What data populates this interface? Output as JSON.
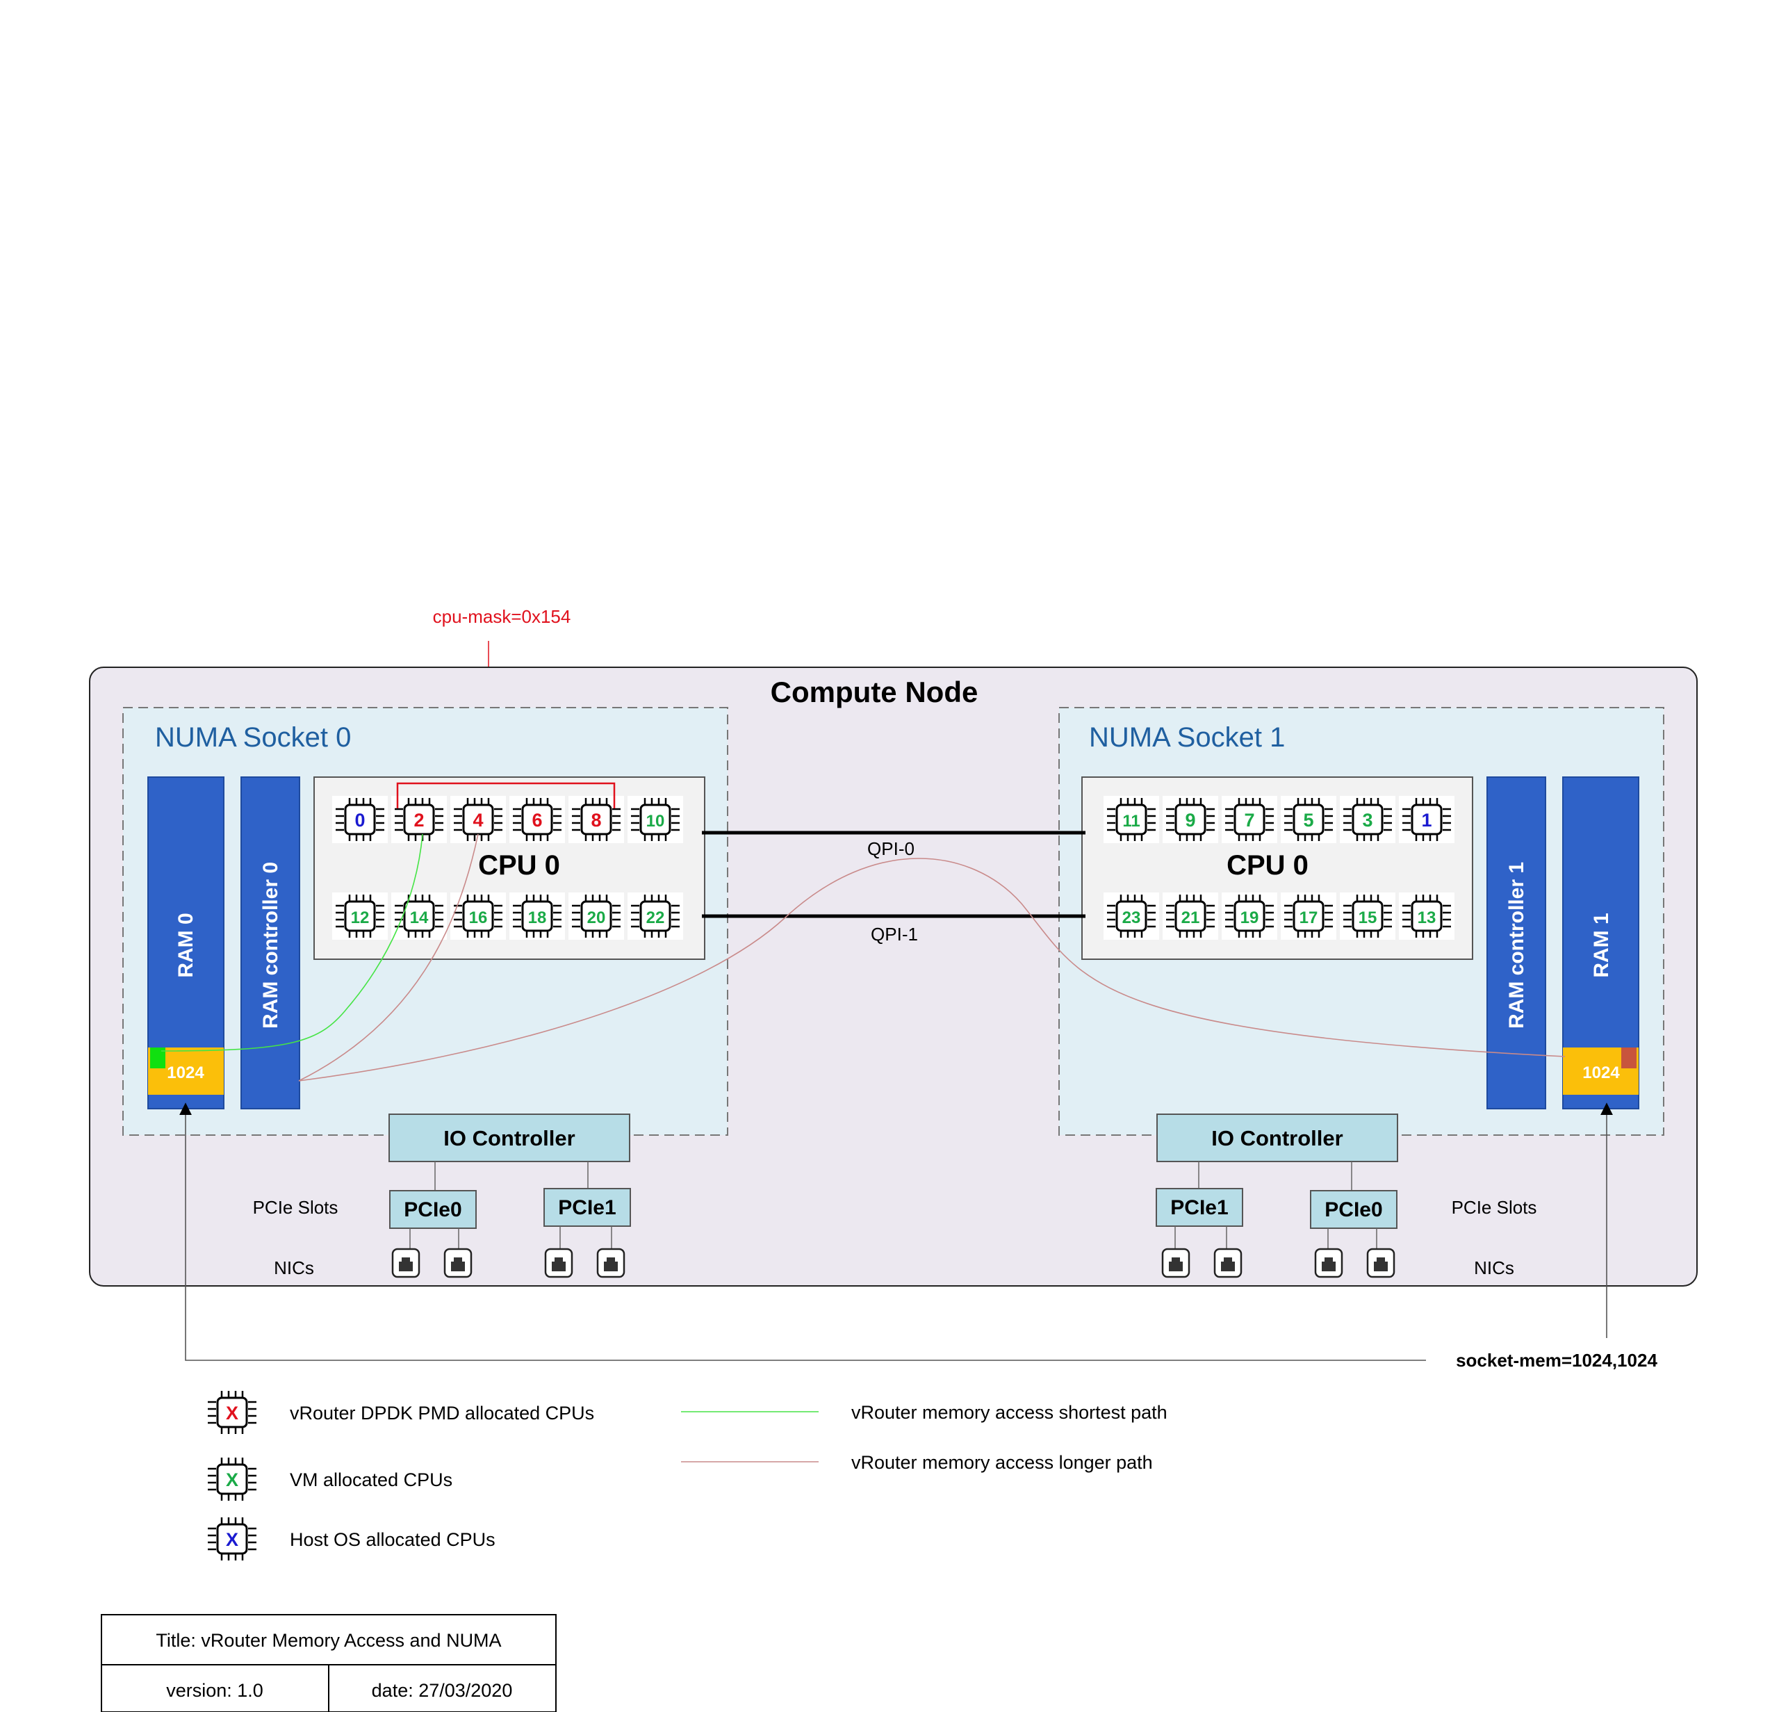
{
  "annotation": {
    "cpu_mask": "cpu-mask=0x154",
    "socket_mem": "socket-mem=1024,1024"
  },
  "compute_node": {
    "title": "Compute Node"
  },
  "interconnects": [
    {
      "label": "QPI-0"
    },
    {
      "label": "QPI-1"
    }
  ],
  "sockets": [
    {
      "title": "NUMA Socket 0",
      "ram_label": "RAM 0",
      "ram_controller_label": "RAM controller 0",
      "cpu_label": "CPU 0",
      "hugepage_value": "1024",
      "io_controller_label": "IO Controller",
      "pcie_slots_label": "PCIe Slots",
      "nics_label": "NICs",
      "pcie": [
        "PCIe0",
        "PCIe1"
      ],
      "cores_top": [
        {
          "id": "0",
          "role": "host"
        },
        {
          "id": "2",
          "role": "vrouter"
        },
        {
          "id": "4",
          "role": "vrouter"
        },
        {
          "id": "6",
          "role": "vrouter"
        },
        {
          "id": "8",
          "role": "vrouter"
        },
        {
          "id": "10",
          "role": "vm"
        }
      ],
      "cores_bottom": [
        {
          "id": "12",
          "role": "vm"
        },
        {
          "id": "14",
          "role": "vm"
        },
        {
          "id": "16",
          "role": "vm"
        },
        {
          "id": "18",
          "role": "vm"
        },
        {
          "id": "20",
          "role": "vm"
        },
        {
          "id": "22",
          "role": "vm"
        }
      ]
    },
    {
      "title": "NUMA Socket 1",
      "ram_label": "RAM 1",
      "ram_controller_label": "RAM controller 1",
      "cpu_label": "CPU 0",
      "hugepage_value": "1024",
      "io_controller_label": "IO Controller",
      "pcie_slots_label": "PCIe Slots",
      "nics_label": "NICs",
      "pcie": [
        "PCIe0",
        "PCIe1"
      ],
      "cores_top": [
        {
          "id": "1",
          "role": "host"
        },
        {
          "id": "3",
          "role": "vm"
        },
        {
          "id": "5",
          "role": "vm"
        },
        {
          "id": "7",
          "role": "vm"
        },
        {
          "id": "9",
          "role": "vm"
        },
        {
          "id": "11",
          "role": "vm"
        }
      ],
      "cores_bottom": [
        {
          "id": "13",
          "role": "vm"
        },
        {
          "id": "15",
          "role": "vm"
        },
        {
          "id": "17",
          "role": "vm"
        },
        {
          "id": "19",
          "role": "vm"
        },
        {
          "id": "21",
          "role": "vm"
        },
        {
          "id": "23",
          "role": "vm"
        }
      ]
    }
  ],
  "legend": {
    "cpu_items": [
      {
        "glyph": "X",
        "role": "vrouter",
        "label": "vRouter DPDK PMD allocated CPUs"
      },
      {
        "glyph": "X",
        "role": "vm",
        "label": "VM allocated CPUs"
      },
      {
        "glyph": "X",
        "role": "host",
        "label": "Host OS allocated  CPUs"
      }
    ],
    "path_items": [
      {
        "label": "vRouter memory access shortest path",
        "color": "#46e446"
      },
      {
        "label": "vRouter memory access longer path",
        "color": "#c98a8a"
      }
    ]
  },
  "title_block": {
    "title": "Title: vRouter Memory Access and NUMA",
    "version": "version: 1.0",
    "date": "date: 27/03/2020"
  },
  "colors": {
    "vrouter": "#e0111d",
    "vm": "#1aaa47",
    "host": "#1a1ad0",
    "annotation": "#e0111d",
    "socket_title": "#1f5fa0",
    "ram_blue": "#2f62c8",
    "hugepage_yellow": "#fbbf0a",
    "io_box": "#b7dde7",
    "node_fill": "#ece8f0",
    "socket_fill": "#e1eff5"
  }
}
